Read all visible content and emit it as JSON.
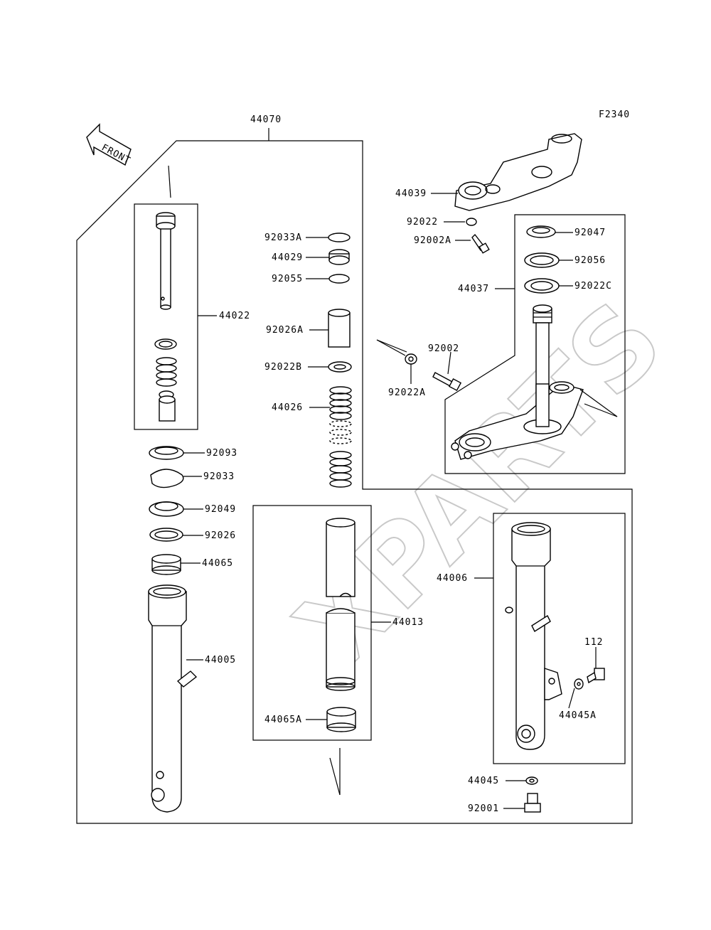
{
  "diagram_code": "F2340",
  "front_label": "FRONT",
  "watermark": "XPARTS",
  "labels": {
    "p44070": "44070",
    "p44022": "44022",
    "p92033A": "92033A",
    "p44029": "44029",
    "p92055": "92055",
    "p92026A": "92026A",
    "p92022B": "92022B",
    "p44026": "44026",
    "p92093": "92093",
    "p92033": "92033",
    "p92049": "92049",
    "p92026": "92026",
    "p44065": "44065",
    "p44005": "44005",
    "p44013": "44013",
    "p44065A": "44065A",
    "p44039": "44039",
    "p92022": "92022",
    "p92002A": "92002A",
    "p92047": "92047",
    "p92056": "92056",
    "p92022C": "92022C",
    "p44037": "44037",
    "p92002": "92002",
    "p92022A": "92022A",
    "p44006": "44006",
    "p112": "112",
    "p44045A": "44045A",
    "p44045": "44045",
    "p92001": "92001"
  }
}
